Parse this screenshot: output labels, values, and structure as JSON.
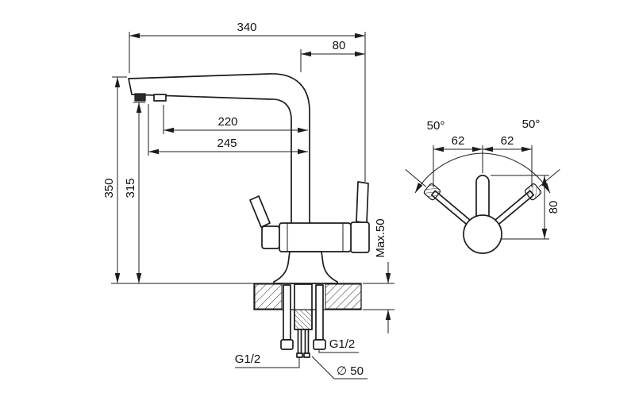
{
  "drawing": {
    "front_view": {
      "width_total": "340",
      "width_right": "80",
      "spout_reach_inner": "220",
      "spout_reach_outer": "245",
      "height_total": "350",
      "height_spout_outlet": "315",
      "counter_thickness_max": "Max.50",
      "thread_left": "G1/2",
      "thread_right": "G1/2",
      "flange_diameter": "∅ 50"
    },
    "top_view": {
      "swivel_angle_left": "50°",
      "swivel_angle_right": "50°",
      "handle_offset_left": "62",
      "handle_offset_right": "62",
      "depth": "80"
    }
  }
}
